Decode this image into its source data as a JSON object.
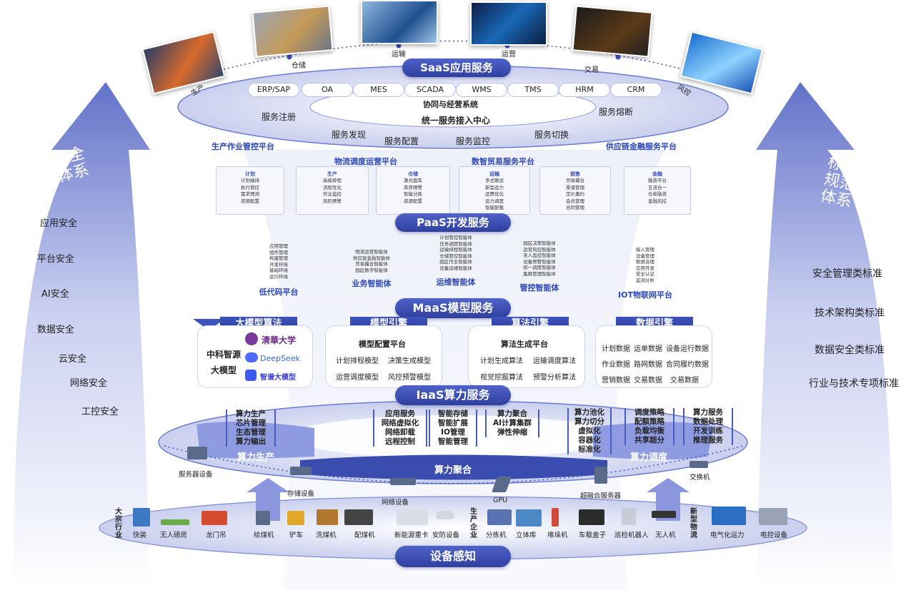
{
  "saas": {
    "title": "SaaS应用服务",
    "scenes": [
      "生产",
      "仓储",
      "运输",
      "运营",
      "交易",
      "风控"
    ],
    "systems": [
      "ERP/SAP",
      "OA",
      "MES",
      "SCADA",
      "WMS",
      "TMS",
      "HRM",
      "CRM"
    ],
    "ring1": "协同与经营系统",
    "ring2": "统一服务接入中心",
    "services": [
      "服务注册",
      "服务熔断",
      "服务发现",
      "服务配置",
      "服务监控",
      "服务切换"
    ],
    "platforms": [
      "生产作业管控平台",
      "物流调度运营平台",
      "数智贸易服务平台",
      "供应链金融服务平台"
    ]
  },
  "cards": [
    {
      "title": "计划",
      "items": [
        "计划编排",
        "执行管控",
        "需求预测",
        "资源配置"
      ]
    },
    {
      "title": "生产",
      "items": [
        "高级排程",
        "流程优化",
        "作业监控",
        "风险预警"
      ]
    },
    {
      "title": "仓储",
      "items": [
        "激光盘库",
        "库存预警",
        "智能分拣",
        "资源配置"
      ]
    },
    {
      "title": "运输",
      "items": [
        "多式联运",
        "新型运力",
        "运费优化",
        "运力调度",
        "智能配载"
      ]
    },
    {
      "title": "销售",
      "items": [
        "贸易撮合",
        "渠道管理",
        "定价邀约",
        "会员管理",
        "合同管理"
      ]
    },
    {
      "title": "金融",
      "items": [
        "融资平台",
        "五流合一",
        "仓单融资",
        "金融风控"
      ]
    }
  ],
  "paas": {
    "title": "PaaS开发服务",
    "agents": [
      {
        "name": "低代码平台",
        "items": [
          "应用管理",
          "组件管理",
          "构建管理",
          "开发环境",
          "基础环境",
          "运行环境"
        ]
      },
      {
        "name": "业务智能体",
        "items": [
          "物流运营智能体",
          "供应链金融智能体",
          "贸易撮合智能体",
          "园区数字智能体"
        ]
      },
      {
        "name": "运维智能体",
        "items": [
          "计划管控智能体",
          "任务调度智能体",
          "运输排程智能体",
          "仓储管控智能体",
          "园区作业智能体",
          "设备运维智能体"
        ]
      },
      {
        "name": "管控智能体",
        "items": [
          "园区决策智能体",
          "运营风控智能体",
          "无人监控智能体",
          "设备预警智能体",
          "统一调度智能体",
          "集群管理智能体"
        ]
      },
      {
        "name": "IOT物联网平台",
        "items": [
          "接入管理",
          "设备管理",
          "数据治理",
          "应用开发",
          "安全认证",
          "监测分析"
        ]
      }
    ]
  },
  "maas": {
    "title": "MaaS模型服务",
    "headers": [
      "大模型算法",
      "模型引擎",
      "算法引擎",
      "数据引擎"
    ],
    "llm": {
      "left": [
        "中科智源",
        "大模型"
      ],
      "logos": [
        "清華大学",
        "DeepSeek",
        "智谱大模型"
      ]
    },
    "model_engine": {
      "sub": "模型配置平台",
      "items": [
        "计划排程模型",
        "决策生成模型",
        "运营调度模型",
        "风控预警模型"
      ]
    },
    "algo_engine": {
      "sub": "算法生成平台",
      "items": [
        "计划生成算法",
        "运输调度算法",
        "视觉挖掘算法",
        "预警分析算法"
      ]
    },
    "data_engine": {
      "items": [
        "计划数据",
        "运单数据",
        "设备运行数据",
        "作业数据",
        "路网数据",
        "合同履约数据",
        "营销数据",
        "交易数据",
        "交易数据"
      ]
    }
  },
  "iaas": {
    "title": "IaaS算力服务",
    "boxes": [
      [
        "算力生产",
        "芯片管理",
        "生态管理",
        "算力输出"
      ],
      [
        "应用服务",
        "网络虚拟化",
        "网络卸载",
        "远程控制"
      ],
      [
        "智能存储",
        "智能扩展",
        "IO管理",
        "智能管理"
      ],
      [
        "算力聚合",
        "AI计算集群",
        "弹性伸缩"
      ],
      [
        "算力池化",
        "算力切分",
        "虚拟化",
        "容器化",
        "标准化"
      ],
      [
        "调度策略",
        "配额策略",
        "负载均衡",
        "共享超分"
      ],
      [
        "算力服务",
        "数据处理",
        "开发训练",
        "推理服务"
      ]
    ],
    "zones": [
      "算力生产",
      "算力聚合",
      "算力调度"
    ],
    "hardware": [
      "服务器设备",
      "存储设备",
      "网络设备",
      "GPU",
      "超融合服务器",
      "交换机"
    ]
  },
  "devices": {
    "title": "设备感知",
    "group1": "大宗行业",
    "group2": "生产企业",
    "group3": "新型物流",
    "items": [
      "快装",
      "无人磅房",
      "龙门吊",
      "给煤机",
      "铲车",
      "洗煤机",
      "配煤机",
      "新能源重卡",
      "安防设备",
      "分拣机",
      "立体库",
      "堆垛机",
      "车载盒子",
      "巡检机器人",
      "无人机",
      "电气化运力",
      "电控设备"
    ]
  },
  "left_arrow": {
    "title": "安全体系",
    "items": [
      "应用安全",
      "平台安全",
      "AI安全",
      "数据安全",
      "云安全",
      "网络安全",
      "工控安全"
    ]
  },
  "right_arrow": {
    "title": "标准规范体系",
    "items": [
      "安全管理类标准",
      "技术架构类标准",
      "数据安全类标准",
      "行业与技术专项标准"
    ]
  }
}
